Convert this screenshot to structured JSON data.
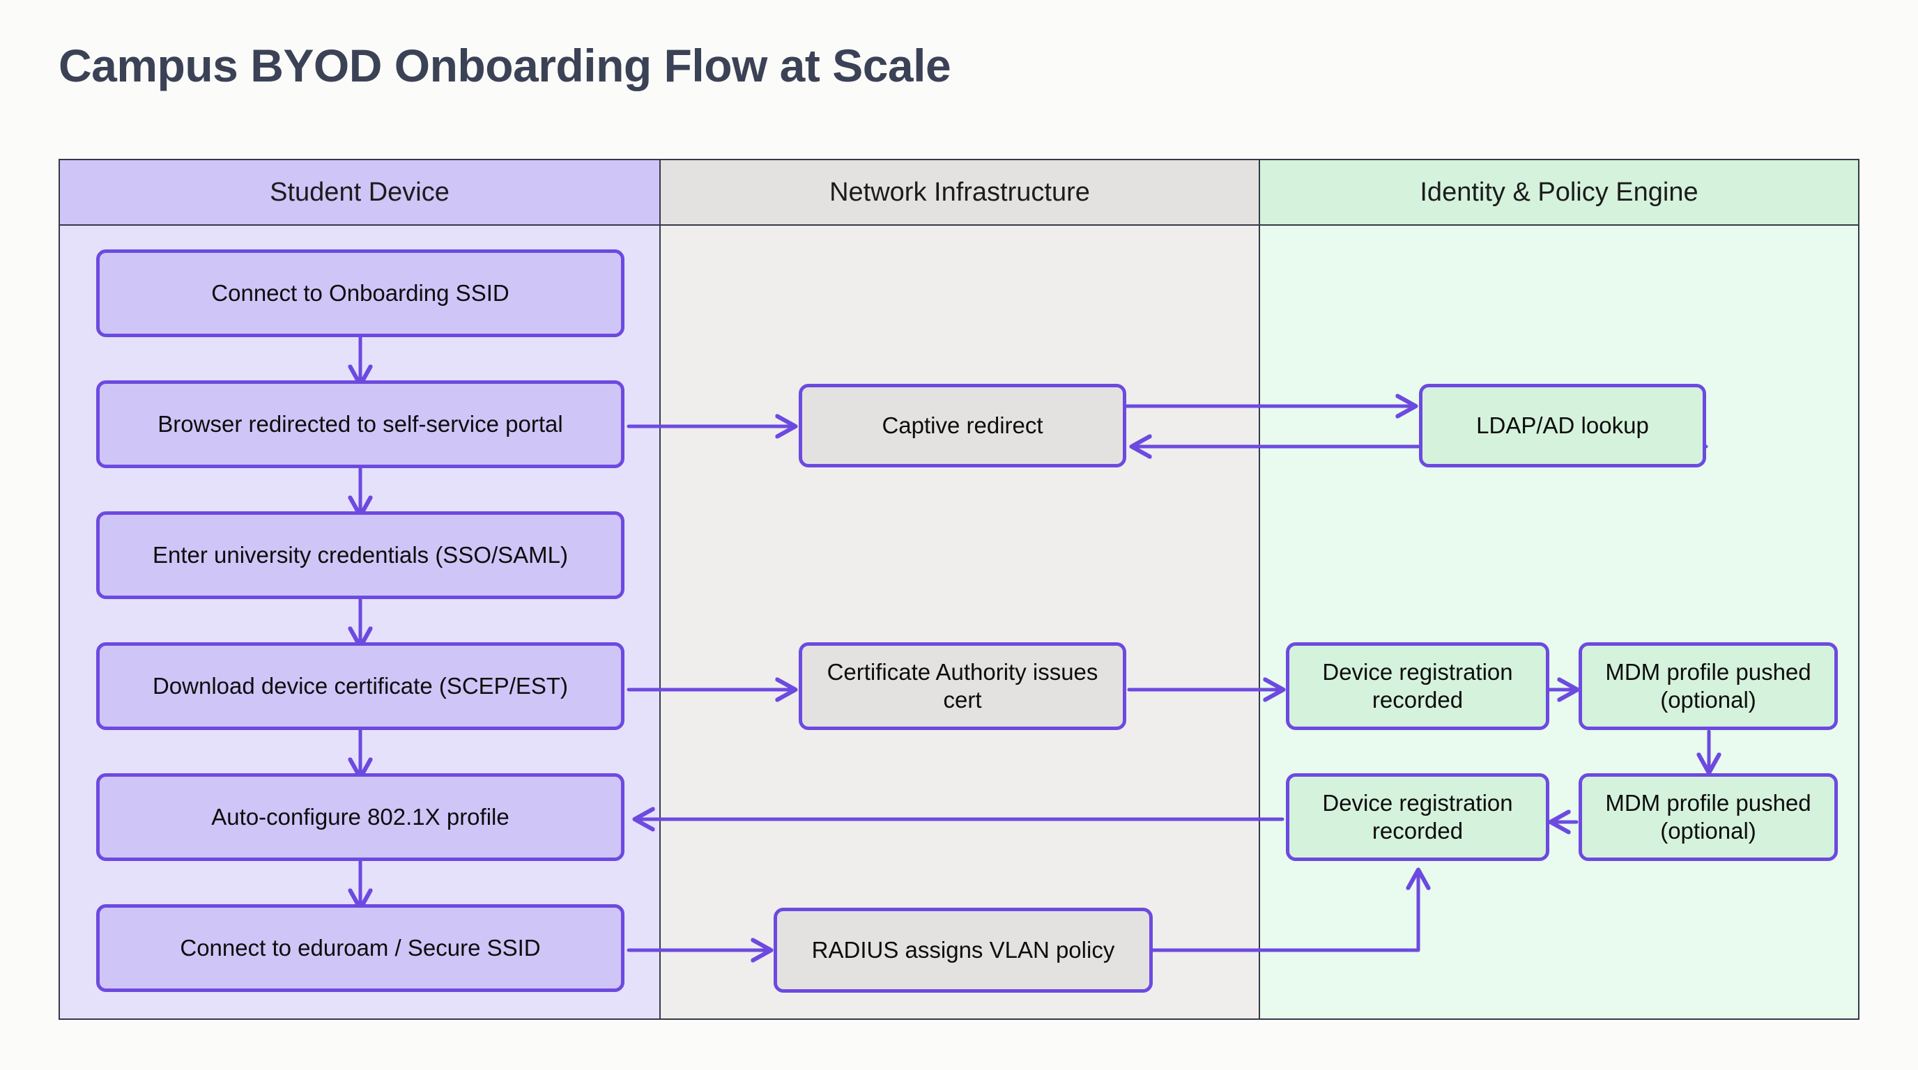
{
  "page": {
    "title": "Campus BYOD Onboarding Flow at Scale",
    "background_color": "#fbfbf9",
    "title_color": "#3b4256",
    "edge_color": "#6c4ae0",
    "node_border_color": "#6c4ae0"
  },
  "lanes": [
    {
      "id": "student",
      "header": "Student Device",
      "header_color": "#cfc5f7",
      "body_color": "#e6e1fb",
      "nodes": [
        {
          "id": "s1",
          "label": "Connect to Onboarding SSID"
        },
        {
          "id": "s2",
          "label": "Browser redirected to self-service portal"
        },
        {
          "id": "s3",
          "label": "Enter university credentials (SSO/SAML)"
        },
        {
          "id": "s4",
          "label": "Download device certificate (SCEP/EST)"
        },
        {
          "id": "s5",
          "label": "Auto-configure 802.1X profile"
        },
        {
          "id": "s6",
          "label": "Connect to eduroam / Secure SSID"
        }
      ]
    },
    {
      "id": "network",
      "header": "Network Infrastructure",
      "header_color": "#e3e2e0",
      "body_color": "#efeeec",
      "nodes": [
        {
          "id": "n1",
          "label": "Captive redirect"
        },
        {
          "id": "n2",
          "label": "Certificate Authority issues cert"
        },
        {
          "id": "n3",
          "label": "RADIUS assigns VLAN policy"
        }
      ]
    },
    {
      "id": "identity",
      "header": "Identity & Policy Engine",
      "header_color": "#d5f2dc",
      "body_color": "#e9faee",
      "nodes": [
        {
          "id": "i1",
          "label": "LDAP/AD lookup"
        },
        {
          "id": "i2",
          "label": "Device registration recorded"
        },
        {
          "id": "i3",
          "label": "MDM profile pushed (optional)"
        },
        {
          "id": "i4",
          "label": "Device registration recorded"
        },
        {
          "id": "i5",
          "label": "MDM profile pushed (optional)"
        }
      ]
    }
  ],
  "chart_data": {
    "type": "diagram",
    "diagram_kind": "swimlane-flowchart",
    "title": "Campus BYOD Onboarding Flow at Scale",
    "lanes": [
      "Student Device",
      "Network Infrastructure",
      "Identity & Policy Engine"
    ],
    "nodes": [
      {
        "id": "s1",
        "lane": "Student Device",
        "label": "Connect to Onboarding SSID"
      },
      {
        "id": "s2",
        "lane": "Student Device",
        "label": "Browser redirected to self-service portal"
      },
      {
        "id": "s3",
        "lane": "Student Device",
        "label": "Enter university credentials (SSO/SAML)"
      },
      {
        "id": "s4",
        "lane": "Student Device",
        "label": "Download device certificate (SCEP/EST)"
      },
      {
        "id": "s5",
        "lane": "Student Device",
        "label": "Auto-configure 802.1X profile"
      },
      {
        "id": "s6",
        "lane": "Student Device",
        "label": "Connect to eduroam / Secure SSID"
      },
      {
        "id": "n1",
        "lane": "Network Infrastructure",
        "label": "Captive redirect"
      },
      {
        "id": "n2",
        "lane": "Network Infrastructure",
        "label": "Certificate Authority issues cert"
      },
      {
        "id": "n3",
        "lane": "Network Infrastructure",
        "label": "RADIUS assigns VLAN policy"
      },
      {
        "id": "i1",
        "lane": "Identity & Policy Engine",
        "label": "LDAP/AD lookup"
      },
      {
        "id": "i2",
        "lane": "Identity & Policy Engine",
        "label": "Device registration recorded"
      },
      {
        "id": "i3",
        "lane": "Identity & Policy Engine",
        "label": "MDM profile pushed (optional)"
      },
      {
        "id": "i4",
        "lane": "Identity & Policy Engine",
        "label": "Device registration recorded"
      },
      {
        "id": "i5",
        "lane": "Identity & Policy Engine",
        "label": "MDM profile pushed (optional)"
      }
    ],
    "edges": [
      {
        "from": "s1",
        "to": "s2",
        "direction": "down"
      },
      {
        "from": "s2",
        "to": "s3",
        "direction": "down"
      },
      {
        "from": "s3",
        "to": "s4",
        "direction": "down"
      },
      {
        "from": "s4",
        "to": "s5",
        "direction": "down"
      },
      {
        "from": "s5",
        "to": "s6",
        "direction": "down"
      },
      {
        "from": "s2",
        "to": "n1",
        "direction": "right"
      },
      {
        "from": "n1",
        "to": "i1",
        "direction": "right"
      },
      {
        "from": "i1",
        "to": "n1",
        "direction": "left"
      },
      {
        "from": "s4",
        "to": "n2",
        "direction": "right"
      },
      {
        "from": "n2",
        "to": "i2",
        "direction": "right"
      },
      {
        "from": "i2",
        "to": "i3",
        "direction": "right"
      },
      {
        "from": "i3",
        "to": "i5",
        "direction": "down"
      },
      {
        "from": "i5",
        "to": "i4",
        "direction": "left"
      },
      {
        "from": "i4",
        "to": "s5",
        "direction": "left"
      },
      {
        "from": "s6",
        "to": "n3",
        "direction": "right"
      },
      {
        "from": "n3",
        "to": "i4",
        "direction": "right-up"
      }
    ]
  }
}
